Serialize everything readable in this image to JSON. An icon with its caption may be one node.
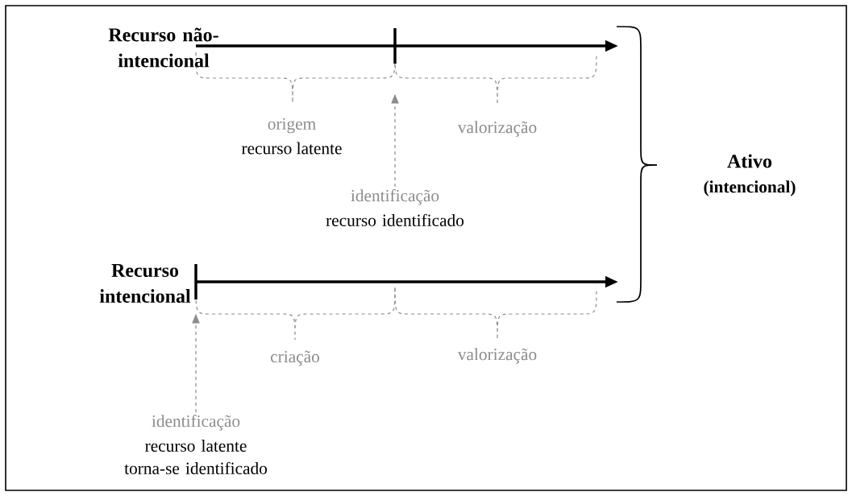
{
  "diagram": {
    "nodes": [
      {
        "text": [
          "identificação",
          "recurso identificado"
        ]
      },
      {
        "text": [
          "identificação",
          "recurso latente torna-se identificado"
        ]
      },
      {
        "text": [],
        "shape": "bar"
      },
      {
        "text": [],
        "shape": "bar"
      }
    ],
    "edges": [
      {
        "from": 0,
        "to": 2,
        "arrow": "to",
        "style": "dashed",
        "color": "#8c8c8c"
      },
      {
        "from": 1,
        "to": 3,
        "arrow": "to",
        "style": "dashed",
        "color": "#8c8c8c"
      }
    ],
    "labels": [
      "Recurso não-intencional",
      "origem",
      "recurso latente",
      "valorização",
      "Ativo",
      "(intencional)",
      "Recurso intencional",
      "criação",
      "valorização"
    ]
  }
}
